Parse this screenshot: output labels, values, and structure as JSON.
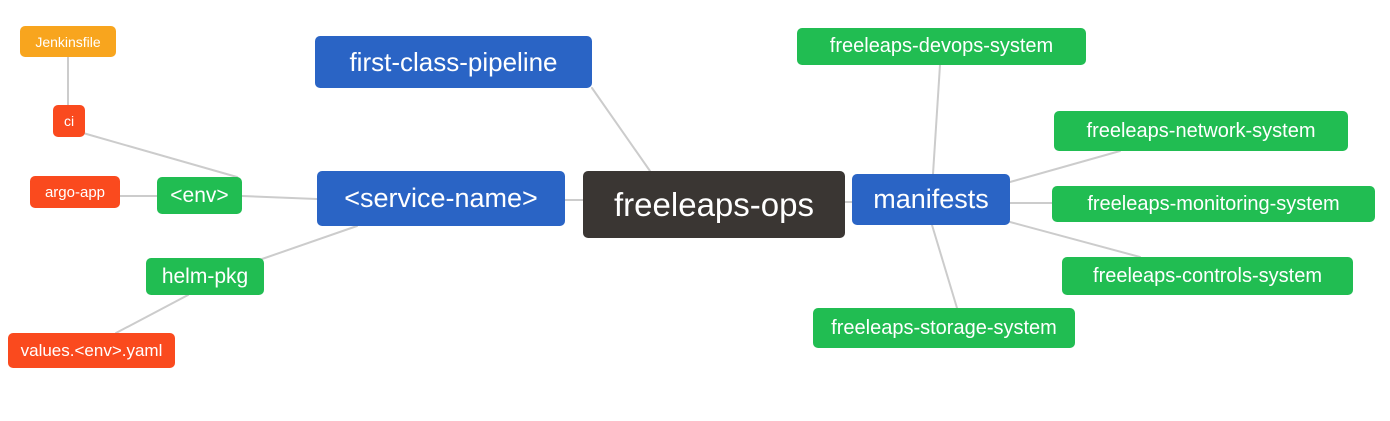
{
  "palette": {
    "orange": "#f8a51e",
    "red": "#fa4a1e",
    "green": "#21bd52",
    "blue": "#2a64c5",
    "dark": "#3a3633",
    "edge": "#cccccc",
    "text": "#ffffff",
    "background": "#ffffff"
  },
  "nodes": {
    "jenkinsfile": {
      "label": "Jenkinsfile"
    },
    "ci": {
      "label": "ci"
    },
    "argo_app": {
      "label": "argo-app"
    },
    "env": {
      "label": "<env>"
    },
    "first_class_pipeline": {
      "label": "first-class-pipeline"
    },
    "service_name": {
      "label": "<service-name>"
    },
    "helm_pkg": {
      "label": "helm-pkg"
    },
    "values_env_yaml": {
      "label": "values.<env>.yaml"
    },
    "freeleaps_ops": {
      "label": "freeleaps-ops"
    },
    "manifests": {
      "label": "manifests"
    },
    "devops_system": {
      "label": "freeleaps-devops-system"
    },
    "network_system": {
      "label": "freeleaps-network-system"
    },
    "monitoring_system": {
      "label": "freeleaps-monitoring-system"
    },
    "controls_system": {
      "label": "freeleaps-controls-system"
    },
    "storage_system": {
      "label": "freeleaps-storage-system"
    }
  },
  "edges": [
    [
      "jenkinsfile",
      "ci"
    ],
    [
      "ci",
      "env"
    ],
    [
      "argo_app",
      "env"
    ],
    [
      "env",
      "service_name"
    ],
    [
      "service_name",
      "helm_pkg"
    ],
    [
      "helm_pkg",
      "values_env_yaml"
    ],
    [
      "first_class_pipeline",
      "freeleaps_ops"
    ],
    [
      "service_name",
      "freeleaps_ops"
    ],
    [
      "freeleaps_ops",
      "manifests"
    ],
    [
      "manifests",
      "devops_system"
    ],
    [
      "manifests",
      "network_system"
    ],
    [
      "manifests",
      "monitoring_system"
    ],
    [
      "manifests",
      "controls_system"
    ],
    [
      "manifests",
      "storage_system"
    ]
  ]
}
